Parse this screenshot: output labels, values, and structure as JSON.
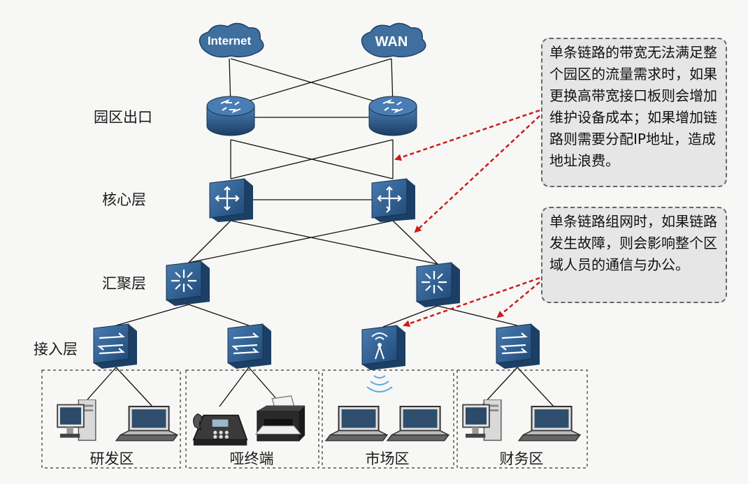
{
  "clouds": {
    "internet": "Internet",
    "wan": "WAN"
  },
  "layers": {
    "egress": "园区出口",
    "core": "核心层",
    "aggregation": "汇聚层",
    "access": "接入层"
  },
  "zones": {
    "rd": "研发区",
    "dumb_terminal": "哑终端",
    "market": "市场区",
    "finance": "财务区"
  },
  "callouts": {
    "bandwidth": "单条链路的带宽无法满足整个园区的流量需求时，如果更换高带宽接口板则会增加维护设备成本；如果增加链路则需要分配IP地址，造成地址浪费。",
    "single_link": "单条链路组网时，如果链路发生故障，则会影响整个区域人员的通信与办公。"
  },
  "colors": {
    "device_blue": "#2f5f93",
    "device_dark": "#1c3f66",
    "cloud_fill": "#3f6f9f",
    "arrow_red": "#cc1b1b"
  },
  "icons": {
    "router": "router-icon",
    "core_switch": "core-switch-icon",
    "aggregation_switch": "aggregation-switch-icon",
    "access_switch": "access-switch-icon",
    "access_point": "wireless-ap-icon",
    "desktop": "desktop-pc-icon",
    "laptop": "laptop-icon",
    "ip_phone": "ip-phone-icon",
    "printer": "printer-icon"
  }
}
